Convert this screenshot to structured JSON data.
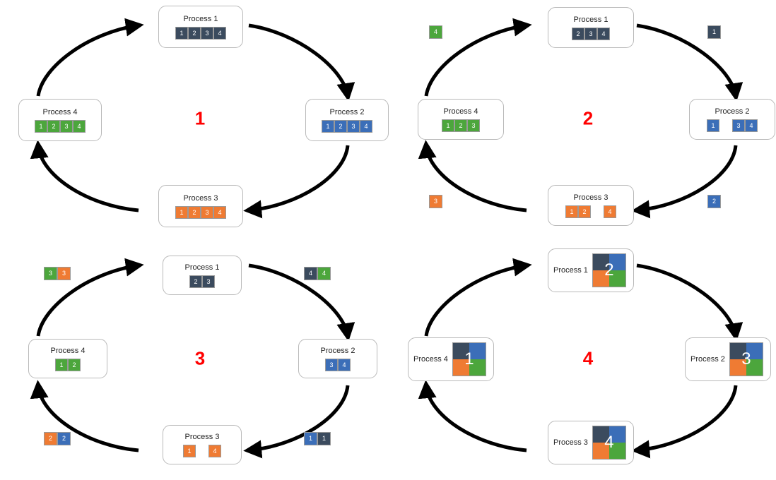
{
  "colors": {
    "dark": "#3b4b5e",
    "blue": "#3b6eb8",
    "orange": "#ef7b33",
    "green": "#4ca63c",
    "accent_number": "#ff0000",
    "node_border": "#b9b9b9",
    "arrow": "#000000",
    "background": "#ffffff"
  },
  "diagram": {
    "type": "process-ring-sequence",
    "panel_count": 4,
    "node_labels": [
      "Process 1",
      "Process 2",
      "Process 3",
      "Process 4"
    ],
    "ring_direction": "clockwise"
  },
  "panels": [
    {
      "id": "panel-1",
      "number": "1",
      "nodes": [
        {
          "name": "process-1",
          "label": "Process 1",
          "color": "dark",
          "tiles": [
            "1",
            "2",
            "3",
            "4"
          ]
        },
        {
          "name": "process-2",
          "label": "Process 2",
          "color": "blue",
          "tiles": [
            "1",
            "2",
            "3",
            "4"
          ]
        },
        {
          "name": "process-3",
          "label": "Process 3",
          "color": "orange",
          "tiles": [
            "1",
            "2",
            "3",
            "4"
          ]
        },
        {
          "name": "process-4",
          "label": "Process 4",
          "color": "green",
          "tiles": [
            "1",
            "2",
            "3",
            "4"
          ]
        }
      ],
      "loose": []
    },
    {
      "id": "panel-2",
      "number": "2",
      "nodes": [
        {
          "name": "process-1",
          "label": "Process 1",
          "color": "dark",
          "tiles": [
            "2",
            "3",
            "4"
          ]
        },
        {
          "name": "process-2",
          "label": "Process 2",
          "color": "blue",
          "tiles": [
            "1",
            "",
            "3",
            "4"
          ]
        },
        {
          "name": "process-3",
          "label": "Process 3",
          "color": "orange",
          "tiles": [
            "1",
            "2",
            "",
            "4"
          ]
        },
        {
          "name": "process-4",
          "label": "Process 4",
          "color": "green",
          "tiles": [
            "1",
            "2",
            "3"
          ]
        }
      ],
      "loose": [
        {
          "name": "loose-tile-top-left",
          "position": "top-left",
          "tiles": [
            {
              "color": "green",
              "label": "4"
            }
          ]
        },
        {
          "name": "loose-tile-top-right",
          "position": "top-right",
          "tiles": [
            {
              "color": "dark",
              "label": "1"
            }
          ]
        },
        {
          "name": "loose-tile-bottom-left",
          "position": "bottom-left",
          "tiles": [
            {
              "color": "orange",
              "label": "3"
            }
          ]
        },
        {
          "name": "loose-tile-bottom-right",
          "position": "bottom-right",
          "tiles": [
            {
              "color": "blue",
              "label": "2"
            }
          ]
        }
      ]
    },
    {
      "id": "panel-3",
      "number": "3",
      "nodes": [
        {
          "name": "process-1",
          "label": "Process 1",
          "color": "dark",
          "tiles": [
            "2",
            "3"
          ]
        },
        {
          "name": "process-2",
          "label": "Process 2",
          "color": "blue",
          "tiles": [
            "3",
            "4"
          ]
        },
        {
          "name": "process-3",
          "label": "Process 3",
          "color": "orange",
          "tiles": [
            "1",
            "",
            "4"
          ]
        },
        {
          "name": "process-4",
          "label": "Process 4",
          "color": "green",
          "tiles": [
            "1",
            "2"
          ]
        }
      ],
      "loose": [
        {
          "name": "loose-tile-top-left",
          "position": "top-left",
          "tiles": [
            {
              "color": "green",
              "label": "3"
            },
            {
              "color": "orange",
              "label": "3"
            }
          ]
        },
        {
          "name": "loose-tile-top-right",
          "position": "top-right",
          "tiles": [
            {
              "color": "dark",
              "label": "4"
            },
            {
              "color": "green",
              "label": "4"
            }
          ]
        },
        {
          "name": "loose-tile-bottom-left",
          "position": "bottom-left",
          "tiles": [
            {
              "color": "orange",
              "label": "2"
            },
            {
              "color": "blue",
              "label": "2"
            }
          ]
        },
        {
          "name": "loose-tile-bottom-right",
          "position": "bottom-right",
          "tiles": [
            {
              "color": "blue",
              "label": "1"
            },
            {
              "color": "dark",
              "label": "1"
            }
          ]
        }
      ]
    },
    {
      "id": "panel-4",
      "number": "4",
      "quad_layout": [
        "dark",
        "blue",
        "orange",
        "green"
      ],
      "nodes": [
        {
          "name": "process-1",
          "label": "Process 1",
          "quad": "2"
        },
        {
          "name": "process-2",
          "label": "Process 2",
          "quad": "3"
        },
        {
          "name": "process-3",
          "label": "Process 3",
          "quad": "4"
        },
        {
          "name": "process-4",
          "label": "Process 4",
          "quad": "1"
        }
      ],
      "loose": []
    }
  ]
}
